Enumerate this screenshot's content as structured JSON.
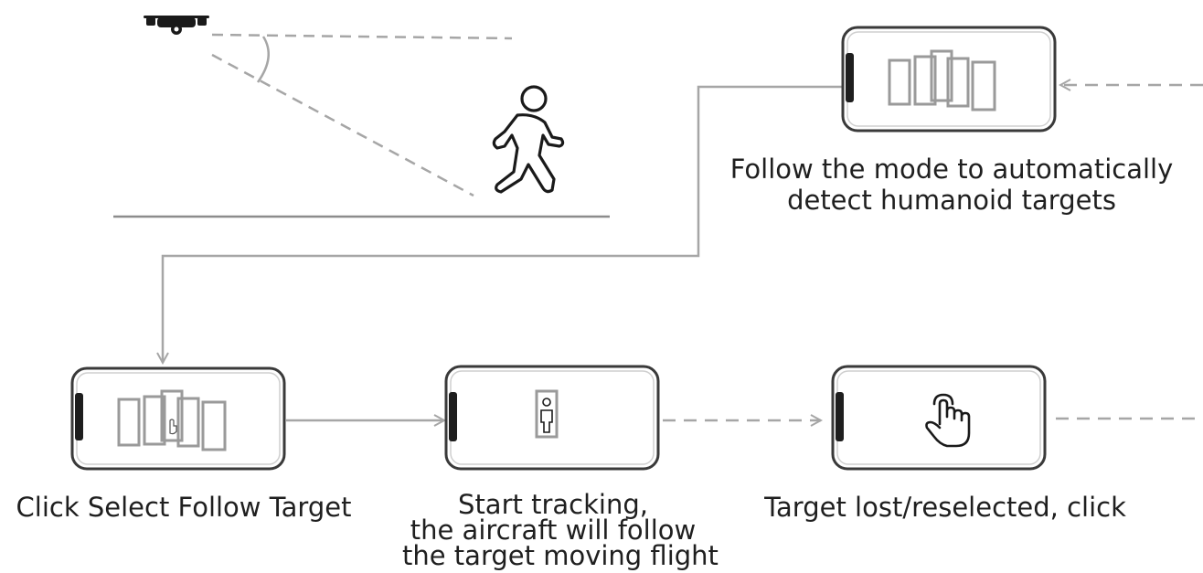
{
  "captions": {
    "follow_mode": {
      "line1": "Follow the mode to automatically",
      "line2": "detect humanoid targets"
    },
    "click_select": "Click Select Follow Target",
    "start_tracking": {
      "line1": "Start tracking,",
      "line2": "the aircraft will follow",
      "line3": "the target moving flight"
    },
    "target_lost": "Target lost/reselected, click"
  },
  "icons": {
    "drone": "drone-icon",
    "walker": "walking-person-icon",
    "hand": "tap-hand-icon",
    "person": "person-target-icon"
  },
  "colors": {
    "phone_frame": "#3a3a3a",
    "phone_side": "#1e1e1e",
    "box": "#9a9a9a",
    "arrow": "#a6a6a6",
    "dashed": "#a6a6a6",
    "ground": "#8c8c8c",
    "figure": "#1a1a1a"
  }
}
